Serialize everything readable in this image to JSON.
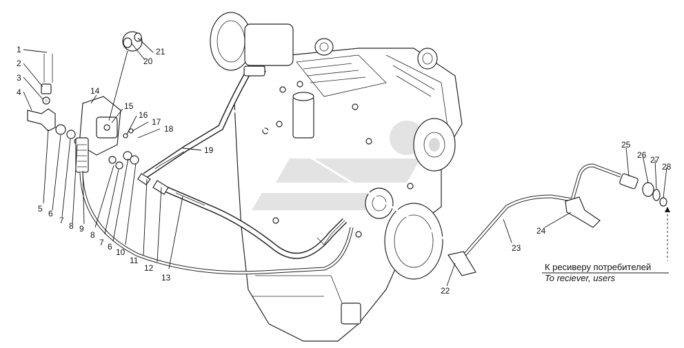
{
  "caption": {
    "ru": "К ресиверу потребителей",
    "en": "To reciever, users"
  },
  "callouts": {
    "c1": "1",
    "c2": "2",
    "c3": "3",
    "c4": "4",
    "c5": "5",
    "c6": "6",
    "c7": "7",
    "c8": "8",
    "c9": "9",
    "c8b": "8",
    "c7b": "7",
    "c6b": "6",
    "c10": "10",
    "c11": "11",
    "c12": "12",
    "c13": "13",
    "c14": "14",
    "c15": "15",
    "c16": "16",
    "c17": "17",
    "c18": "18",
    "c19": "19",
    "c20": "20",
    "c21": "21",
    "c22": "22",
    "c23": "23",
    "c24": "24",
    "c25": "25",
    "c26": "26",
    "c27": "27",
    "c28": "28"
  },
  "colors": {
    "ink": "#111111",
    "watermark": "#e3e3e3",
    "paper": "#ffffff"
  }
}
